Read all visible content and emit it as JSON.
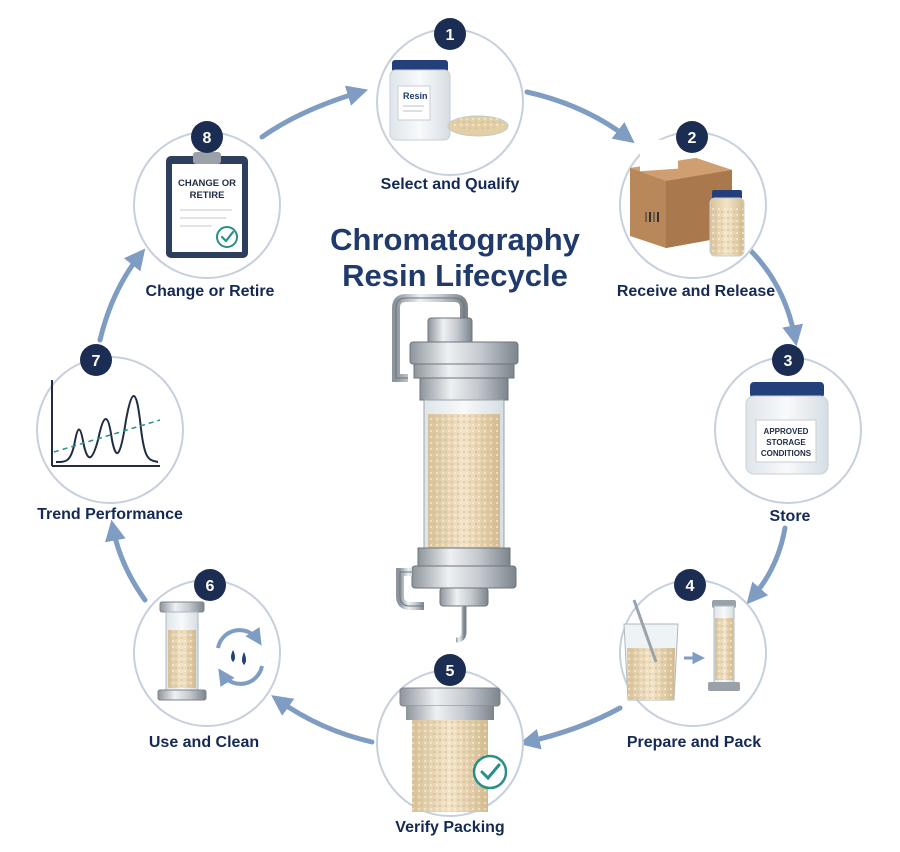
{
  "title_line1": "Chromatography",
  "title_line2": "Resin Lifecycle",
  "colors": {
    "navy": "#1f3a6b",
    "ring": "#7f9cc2",
    "circle_border": "#c6d0dc",
    "resin": "#e9d6b3",
    "steel": "#b9bec4",
    "check": "#2a8f86"
  },
  "steps": [
    {
      "number": "1",
      "label": "Select and Qualify",
      "icon": "resin-jar-and-dish-icon",
      "jar_label": "Resin"
    },
    {
      "number": "2",
      "label": "Receive and Release",
      "icon": "shipping-box-and-bottle-icon"
    },
    {
      "number": "3",
      "label": "Store",
      "icon": "storage-jar-icon",
      "jar_label_lines": [
        "APPROVED",
        "STORAGE",
        "CONDITIONS"
      ]
    },
    {
      "number": "4",
      "label": "Prepare and Pack",
      "icon": "beaker-to-column-icon"
    },
    {
      "number": "5",
      "label": "Verify Packing",
      "icon": "packed-column-check-icon"
    },
    {
      "number": "6",
      "label": "Use and Clean",
      "icon": "column-cleaning-cycle-icon"
    },
    {
      "number": "7",
      "label": "Trend Performance",
      "icon": "chromatogram-trend-icon"
    },
    {
      "number": "8",
      "label": "Change or Retire",
      "icon": "clipboard-check-icon",
      "clipboard_lines": [
        "CHANGE OR",
        "RETIRE"
      ]
    }
  ]
}
